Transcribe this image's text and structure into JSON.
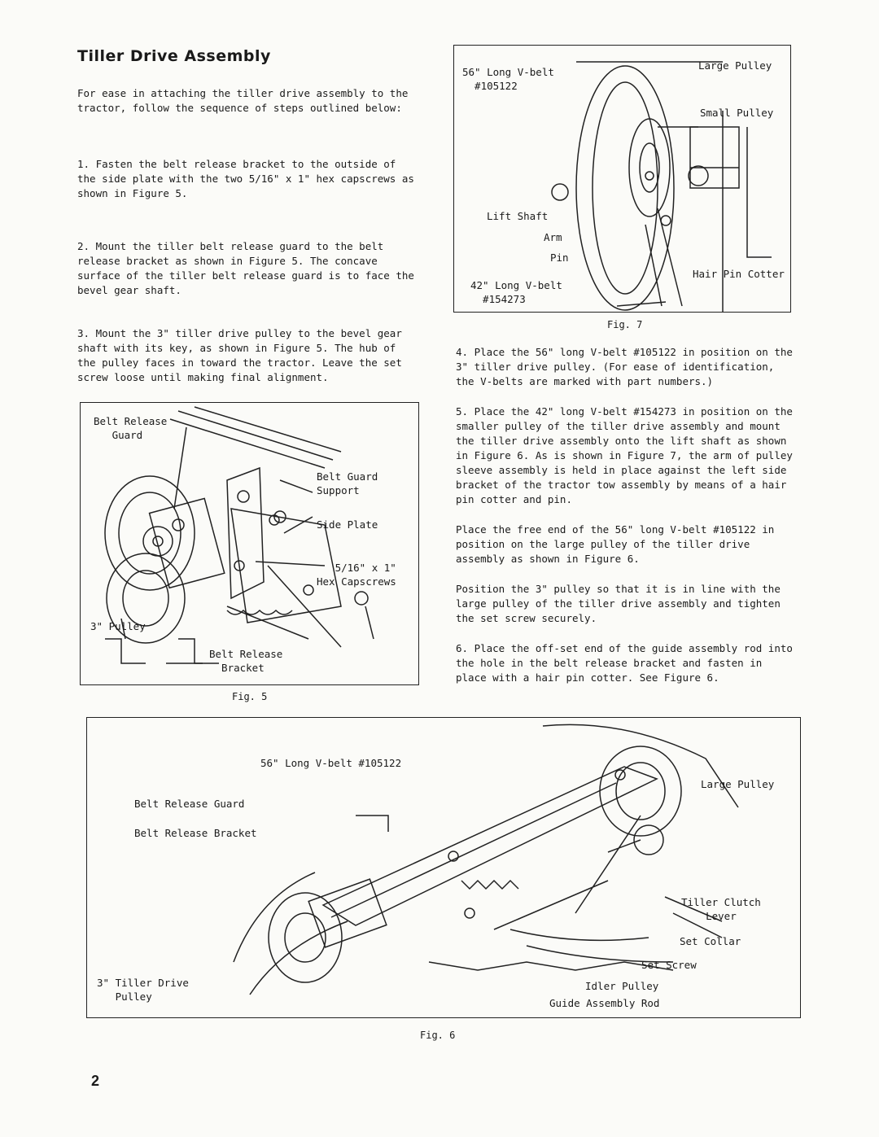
{
  "title": "Tiller Drive Assembly",
  "intro": "For ease in attaching the tiller drive assembly to the tractor, follow the sequence of steps outlined below:",
  "steps": {
    "s1": "1. Fasten the belt release bracket to the outside of the side plate with the two 5/16\" x 1\" hex capscrews as shown in Figure 5.",
    "s2": "2. Mount the tiller belt release guard to the belt release bracket as shown in Figure 5. The concave surface of the tiller belt release guard is to face the bevel gear shaft.",
    "s3": "3. Mount the 3\" tiller drive pulley to the bevel gear shaft with its key, as shown in Figure 5. The hub of the pulley faces in toward the tractor. Leave the set screw loose until making final alignment.",
    "s4": "4. Place the 56\" long V-belt #105122 in position on the 3\" tiller drive pulley. (For ease of identification, the V-belts are marked with part numbers.)",
    "s5": "5. Place the 42\" long V-belt #154273 in position on the smaller pulley of the tiller drive assembly and mount the tiller drive assembly onto the lift shaft as shown in Figure 6. As is shown in Figure 7, the arm of pulley sleeve assembly is held in place against the left side bracket of the tractor tow assembly by means of a hair pin cotter and pin.",
    "s5b": "Place the free end of the 56\" long V-belt #105122 in position on the large pulley of the tiller drive assembly as shown in Figure 6.",
    "s5c": "Position the 3\" pulley so that it is in line with the large pulley of the tiller drive assembly and tighten the set screw securely.",
    "s6": "6. Place the off-set end of the guide assembly rod into the hole in the belt release bracket and fasten in place with a hair pin cotter. See Figure 6."
  },
  "fig5": {
    "caption": "Fig. 5",
    "labels": {
      "belt_release_guard": "Belt Release\n   Guard",
      "belt_guard_support": "Belt Guard\nSupport",
      "side_plate": "Side Plate",
      "capscrews": "   5/16\" x 1\"\nHex Capscrews",
      "pulley": "3\" Pulley",
      "belt_release_bracket": "Belt Release\n  Bracket"
    }
  },
  "fig7": {
    "caption": "Fig. 7",
    "labels": {
      "vbelt56": "56\" Long V-belt\n  #105122",
      "large_pulley": "Large Pulley",
      "small_pulley": "Small Pulley",
      "lift_shaft": "Lift Shaft",
      "arm": "Arm",
      "pin": "Pin",
      "vbelt42": "42\" Long V-belt\n  #154273",
      "hair_pin": "Hair Pin Cotter"
    }
  },
  "fig6": {
    "caption": "Fig. 6",
    "labels": {
      "vbelt56": "56\" Long V-belt #105122",
      "guard": "Belt Release Guard",
      "bracket": "Belt Release Bracket",
      "large_pulley": "Large Pulley",
      "clutch": "Tiller Clutch\n    Lever",
      "set_collar": "Set Collar",
      "set_screw": "Set Screw",
      "idler": "Idler Pulley",
      "guide_rod": "Guide Assembly Rod",
      "drive_pulley": "3\" Tiller Drive\n   Pulley"
    }
  },
  "page_number": "2"
}
